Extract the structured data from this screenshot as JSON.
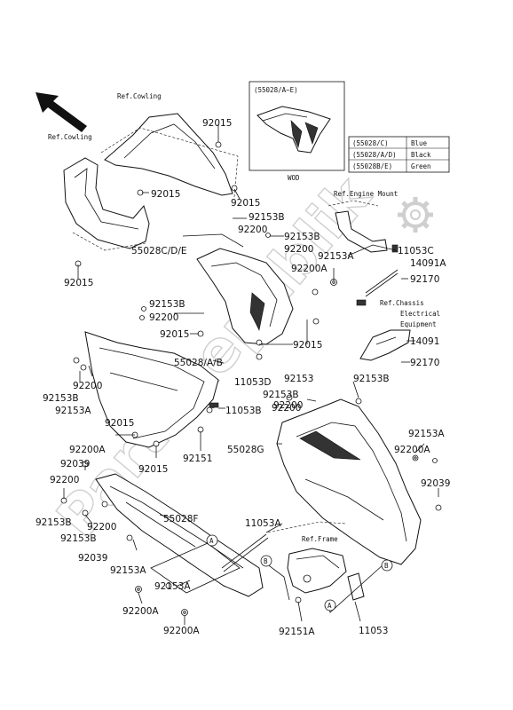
{
  "refs": {
    "cowling_top": "Ref.Cowling",
    "cowling_left": "Ref.Cowling",
    "engine_mount": "Ref.Engine Mount",
    "chassis_1": "Ref.Chassis",
    "chassis_2": "Electrical",
    "chassis_3": "Equipment",
    "frame": "Ref.Frame"
  },
  "inset": {
    "title": "(55028/A~E)",
    "caption": "WOD"
  },
  "color_table": [
    {
      "code": "(55028/C)",
      "color": "Blue"
    },
    {
      "code": "(55028/A/D)",
      "color": "Black"
    },
    {
      "code": "(55028B/E)",
      "color": "Green"
    }
  ],
  "watermark": "PartsRepublik",
  "callouts": {
    "A": "A",
    "B": "B"
  },
  "labels": [
    {
      "id": "l1",
      "text": "92015"
    },
    {
      "id": "l2",
      "text": "92015"
    },
    {
      "id": "l3",
      "text": "92015"
    },
    {
      "id": "l4",
      "text": "92153B"
    },
    {
      "id": "l5",
      "text": "92200"
    },
    {
      "id": "l6",
      "text": "92153B"
    },
    {
      "id": "l7",
      "text": "92200"
    },
    {
      "id": "l8",
      "text": "92153A"
    },
    {
      "id": "l9",
      "text": "11053C"
    },
    {
      "id": "l10",
      "text": "14091A"
    },
    {
      "id": "l11",
      "text": "55028C/D/E"
    },
    {
      "id": "l12",
      "text": "92200A"
    },
    {
      "id": "l13",
      "text": "92170"
    },
    {
      "id": "l14",
      "text": "92015"
    },
    {
      "id": "l15",
      "text": "92153B"
    },
    {
      "id": "l16",
      "text": "92200"
    },
    {
      "id": "l17",
      "text": "92015"
    },
    {
      "id": "l18",
      "text": "14091"
    },
    {
      "id": "l19",
      "text": "55028/A/B"
    },
    {
      "id": "l20",
      "text": "92015"
    },
    {
      "id": "l21",
      "text": "92170"
    },
    {
      "id": "l22",
      "text": "11053D"
    },
    {
      "id": "l23",
      "text": "92153"
    },
    {
      "id": "l24",
      "text": "92200"
    },
    {
      "id": "l25",
      "text": "92153B"
    },
    {
      "id": "l26",
      "text": "92200"
    },
    {
      "id": "l27",
      "text": "92153B"
    },
    {
      "id": "l28",
      "text": "92153B"
    },
    {
      "id": "l29",
      "text": "92153A"
    },
    {
      "id": "l30",
      "text": "11053B"
    },
    {
      "id": "l31",
      "text": "92200"
    },
    {
      "id": "l32",
      "text": "92015"
    },
    {
      "id": "l33",
      "text": "92153A"
    },
    {
      "id": "l34",
      "text": "92200A"
    },
    {
      "id": "l35",
      "text": "92151"
    },
    {
      "id": "l36",
      "text": "55028G"
    },
    {
      "id": "l37",
      "text": "92039"
    },
    {
      "id": "l38",
      "text": "92015"
    },
    {
      "id": "l39",
      "text": "92200A"
    },
    {
      "id": "l40",
      "text": "92200"
    },
    {
      "id": "l41",
      "text": "92039"
    },
    {
      "id": "l42",
      "text": "92153B"
    },
    {
      "id": "l43",
      "text": "92200"
    },
    {
      "id": "l44",
      "text": "55028F"
    },
    {
      "id": "l45",
      "text": "92153B"
    },
    {
      "id": "l46",
      "text": "11053A"
    },
    {
      "id": "l47",
      "text": "92039"
    },
    {
      "id": "l48",
      "text": "92153A"
    },
    {
      "id": "l49",
      "text": "92153A"
    },
    {
      "id": "l50",
      "text": "92200A"
    },
    {
      "id": "l51",
      "text": "92200A"
    },
    {
      "id": "l52",
      "text": "92151A"
    },
    {
      "id": "l53",
      "text": "11053"
    }
  ]
}
